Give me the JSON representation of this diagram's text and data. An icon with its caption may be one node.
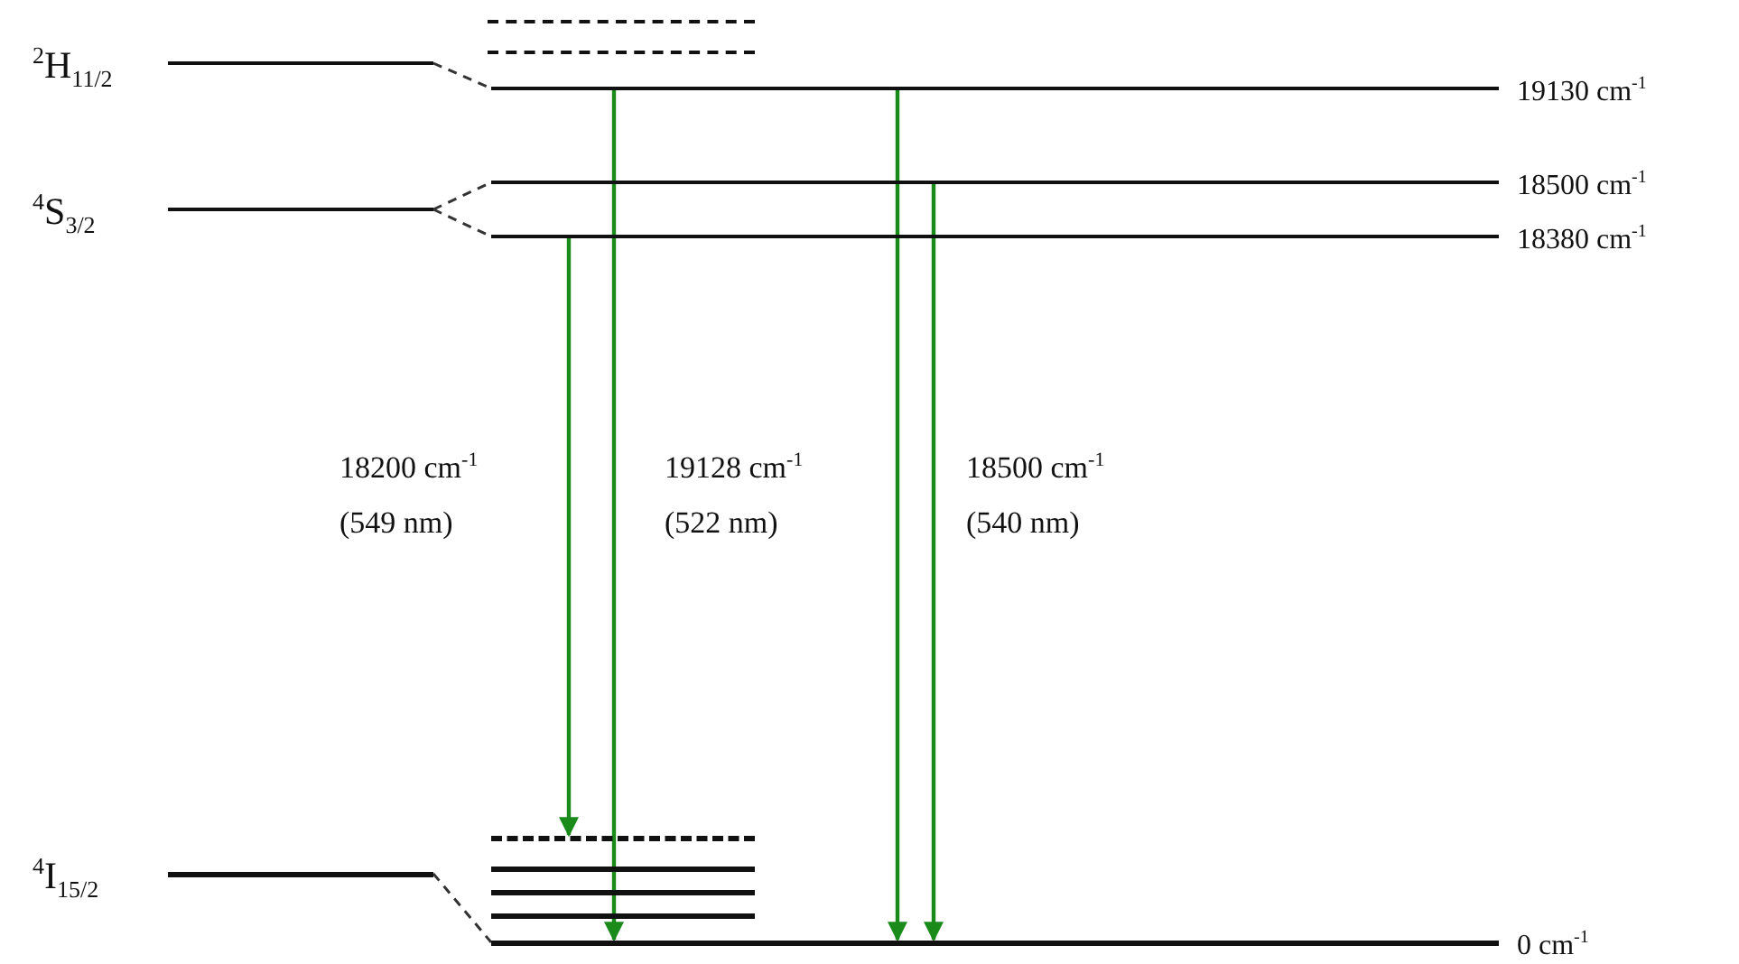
{
  "diagram": {
    "nodes": [
      {
        "text": [],
        "shape": "bar"
      },
      {
        "text": [],
        "shape": "bar"
      },
      {
        "text": [
          "$^{2}$H$_{11/2}$"
        ]
      },
      {
        "text": [
          "19130 cm$^{-1}$"
        ]
      },
      {
        "text": [
          "18500 cm$^{-1}$"
        ]
      },
      {
        "text": [
          "$^{4}$S$_{3/2}$"
        ]
      },
      {
        "text": [
          "18380 cm$^{-1}$"
        ]
      },
      {
        "text": [],
        "shape": "bar"
      },
      {
        "text": [],
        "shape": "bar"
      },
      {
        "text": [
          "$^{4}$I$_{15/2}$"
        ]
      },
      {
        "text": [],
        "shape": "bar"
      },
      {
        "text": [],
        "shape": "bar"
      },
      {
        "text": [
          "0 cm$^{-1}$"
        ]
      }
    ],
    "edges": [
      {
        "from": 2,
        "to": 3,
        "arrow": "none",
        "style": "dashed"
      },
      {
        "from": 5,
        "to": 4,
        "arrow": "none",
        "style": "dashed"
      },
      {
        "from": 5,
        "to": 6,
        "arrow": "none",
        "style": "dashed"
      },
      {
        "from": 9,
        "to": 12,
        "arrow": "none",
        "style": "dashed"
      },
      {
        "from": 6,
        "to": 7,
        "arrow": "to",
        "color": "#1a8a1a"
      },
      {
        "from": 3,
        "to": 12,
        "arrow": "to",
        "color": "#1a8a1a"
      },
      {
        "from": 3,
        "to": 12,
        "arrow": "to",
        "color": "#1a8a1a"
      },
      {
        "from": 4,
        "to": 12,
        "arrow": "to",
        "color": "#1a8a1a"
      }
    ],
    "labels": [
      "18200 cm$^{-1}$ (549 nm)",
      "19128 cm$^{-1}$ (522 nm)",
      "18500 cm$^{-1}$ (540 nm)"
    ]
  }
}
